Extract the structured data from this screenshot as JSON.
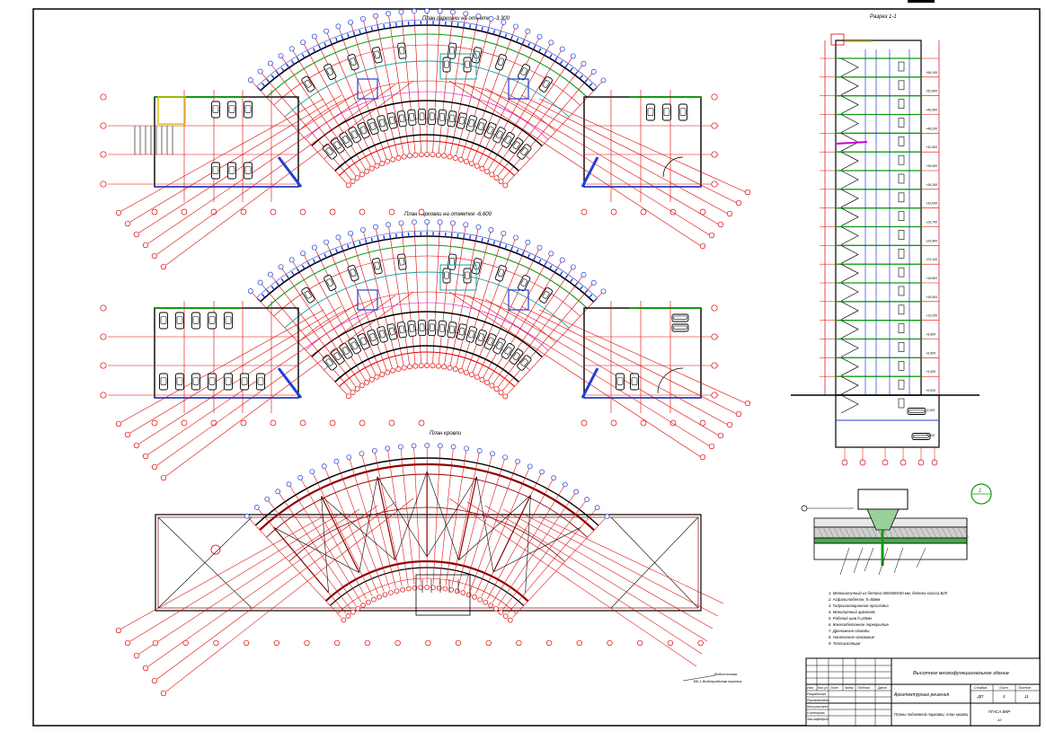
{
  "views": {
    "plan1_title": "План парковки на отметке -3,300",
    "plan2_title": "План парковки на отметке -6,600",
    "roof_title": "План кровли",
    "section_title": "Разрез 1-1"
  },
  "section_levels": [
    "+0,000",
    "+3,300",
    "+6,600",
    "+9,900",
    "+13,200",
    "+16,500",
    "+19,800",
    "+23,100",
    "+26,400",
    "+29,700",
    "+33,000",
    "+36,300",
    "+39,600",
    "+42,900",
    "+46,200",
    "+49,500",
    "+52,800",
    "+56,100",
    "-3,300",
    "-6,600"
  ],
  "detail": {
    "callout": "1",
    "notes": [
      "1. Мелкоштучный из бетона 500х500х50 мм, бетона класса В25",
      "2. Асфальтобетон, h=80мм",
      "3. Гидроизоляционная прослойка",
      "4. Монолитный армопояс",
      "5. Рабочий шов h=20мм",
      "6. Железобетонное перекрытие",
      "7. Дренажные отводы",
      "8. Нанесенное основание",
      "9. Теплоизоляция"
    ]
  },
  "roof_legend": [
    "Водосточная",
    "ВК-1 Водоприёмная воронка"
  ],
  "title_block": {
    "project": "Высотное многофункциональное здание",
    "section": "Архитектурные решения",
    "sheet_name": "Планы подземной парковки, план кровли",
    "stage_label": "Стадия",
    "sheet_label": "Лист",
    "sheets_label": "Листов",
    "stage": "ДП",
    "sheet": "3",
    "sheets": "11",
    "code": "ПГАСА ВКР",
    "group": "43",
    "roles": [
      "Изм.",
      "Кол.уч",
      "Лист",
      "№док",
      "Подпись",
      "Дата"
    ],
    "people": [
      "Разработал",
      "Руководитель",
      "Консультант",
      "Н.контроль",
      "Зав.кафедрой"
    ]
  },
  "colors": {
    "grid": "#e00000",
    "wall": "#000000",
    "axis_blue": "#1f3fd8",
    "ramp_green": "#119b11",
    "partition_yellow": "#d8c400",
    "teal": "#1aa0a0",
    "magenta": "#d000d0"
  }
}
